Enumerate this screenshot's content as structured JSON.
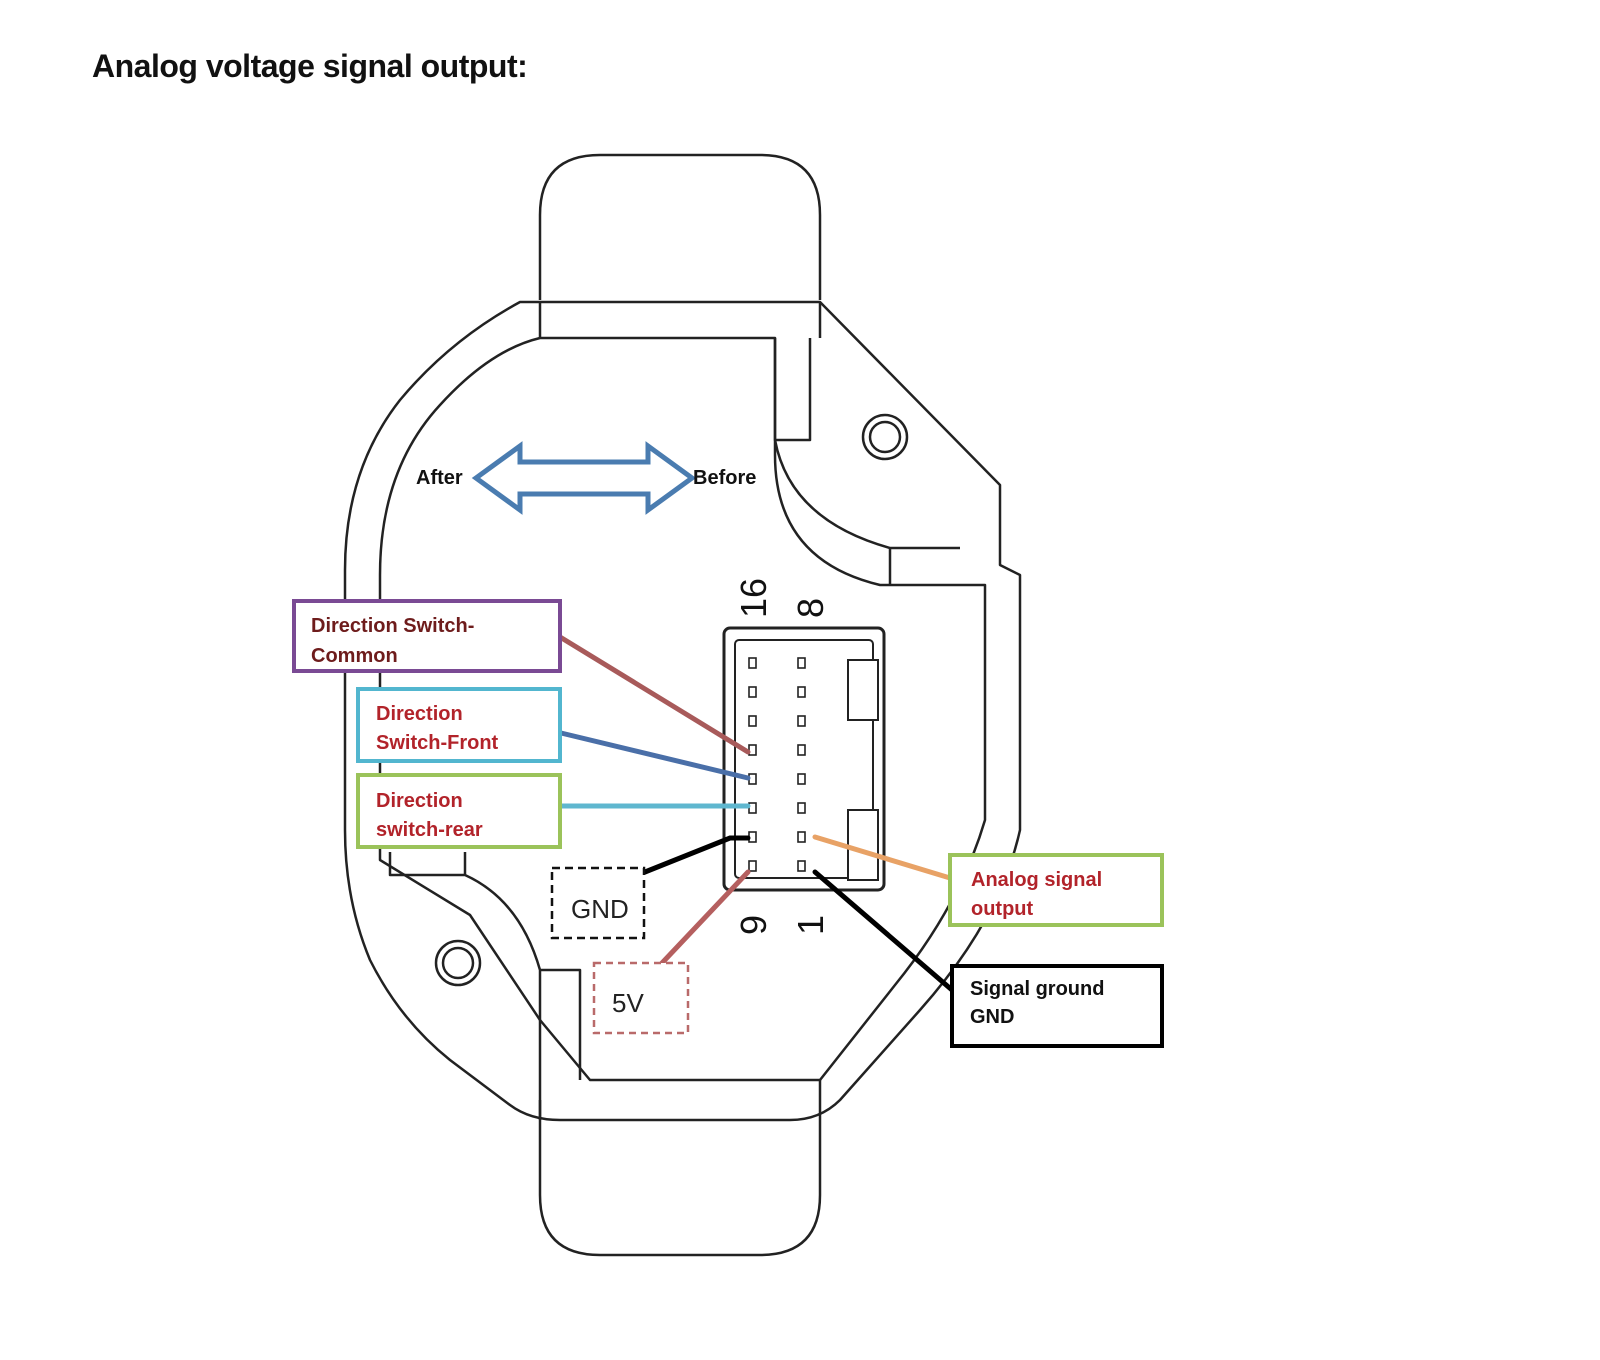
{
  "heading": "Analog voltage signal output:",
  "direction": {
    "left": "After",
    "right": "Before"
  },
  "pin_numbers": {
    "top_left": "16",
    "top_right": "8",
    "bottom_left": "9",
    "bottom_right": "1"
  },
  "callouts": {
    "common": {
      "line1": "Direction Switch-",
      "line2": "Common",
      "color": "#7a4a94",
      "wire": "#a85a5a"
    },
    "front": {
      "line1": "Direction",
      "line2": "Switch-Front",
      "color": "#52b6cf",
      "wire": "#4a6fa8"
    },
    "rear": {
      "line1": "Direction",
      "line2": "switch-rear",
      "color": "#9bc35a",
      "wire": "#5fb7cf"
    },
    "gnd": {
      "text": "GND",
      "wire": "#000000"
    },
    "v5": {
      "text": "5V",
      "color": "#b96a6a",
      "wire": "#b55f5f"
    },
    "analog": {
      "line1": "Analog signal",
      "line2": "output",
      "color": "#9bc35a",
      "wire": "#e8a266"
    },
    "signal_gnd": {
      "line1": "Signal ground",
      "line2": "GND",
      "color": "#000000",
      "wire": "#000000"
    }
  },
  "colors": {
    "label_red": "#b2232a",
    "label_dark": "#6e1c1c",
    "arrow": "#4a7cb0",
    "outline": "#222222"
  }
}
